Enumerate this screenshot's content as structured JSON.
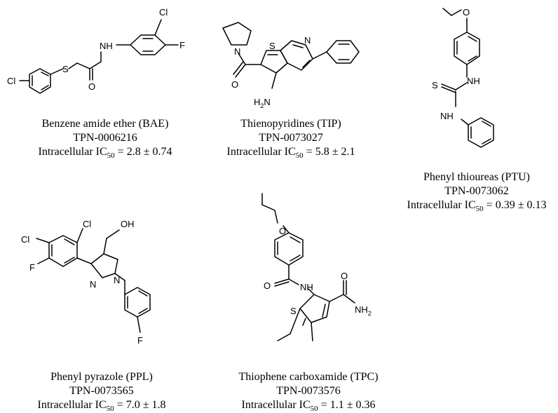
{
  "compounds": [
    {
      "name": "Benzene amide ether (BAE)",
      "id": "TPN-0006216",
      "ic_prefix": "Intracellular IC",
      "ic_sub": "50",
      "ic_value": " = 2.8 ± 0.74",
      "atoms": {
        "cl1": "Cl",
        "s": "S",
        "o": "O",
        "nh": "NH",
        "cl2": "Cl",
        "f": "F"
      }
    },
    {
      "name": "Thienopyridines (TIP)",
      "id": "TPN-0073027",
      "ic_prefix": "Intracellular IC",
      "ic_sub": "50",
      "ic_value": " = 5.8 ± 2.1",
      "atoms": {
        "n1": "N",
        "o": "O",
        "s": "S",
        "n2": "N",
        "h2n": "H",
        "h2n_sub": "2",
        "h2n_n": "N"
      }
    },
    {
      "name": "Phenyl thioureas (PTU)",
      "id": "TPN-0073062",
      "ic_prefix": "Intracellular IC",
      "ic_sub": "50",
      "ic_value": " = 0.39 ± 0.13",
      "atoms": {
        "o": "O",
        "s": "S",
        "nh1": "NH",
        "nh2": "NH"
      }
    },
    {
      "name": "Phenyl pyrazole (PPL)",
      "id": "TPN-0073565",
      "ic_prefix": "Intracellular IC",
      "ic_sub": "50",
      "ic_value": " = 7.0 ± 1.8",
      "atoms": {
        "cl1": "Cl",
        "cl2": "Cl",
        "f1": "F",
        "oh": "OH",
        "n1": "N",
        "n2": "N",
        "f2": "F"
      }
    },
    {
      "name": "Thiophene carboxamide (TPC)",
      "id": "TPN-0073576",
      "ic_prefix": "Intracellular IC",
      "ic_sub": "50",
      "ic_value": " = 1.1 ± 0.36",
      "atoms": {
        "o1": "O",
        "o2": "O",
        "nh": "NH",
        "s": "S",
        "o3": "O",
        "nh2": "NH",
        "nh2_sub": "2"
      }
    }
  ]
}
